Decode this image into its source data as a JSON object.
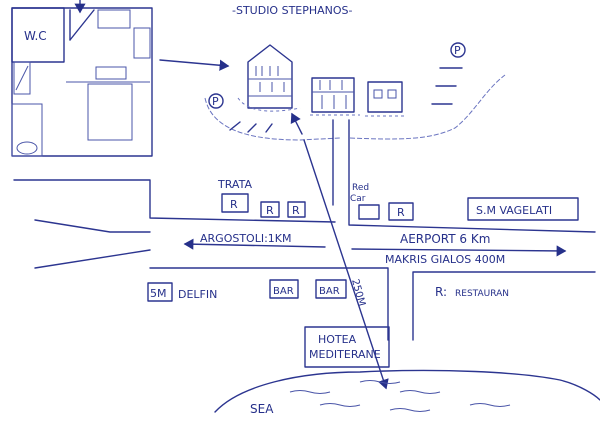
{
  "title": "-STUDIO STEPHANOS-",
  "floor_plan": {
    "wc_label": "W.C"
  },
  "parking": [
    "P",
    "P"
  ],
  "labels": {
    "trata": "TRATA",
    "restaurant_marker": "R",
    "red_car_line1": "Red",
    "red_car_line2": "Car",
    "sm_vagelati": "S.M VAGELATI",
    "argostoli": "ARGOSTOLI:1KM",
    "airport": "AERPORT  6 Km",
    "makris_gialos": "MAKRIS GIALOS 400M",
    "sm": "5M",
    "delfin": "DELFIN",
    "bar": "BAR",
    "distance": "250M",
    "legend_r": "R:",
    "legend_restaurant": "RESTAURAN",
    "hotel_line1": "HOTEA",
    "hotel_line2": "MEDITERANE",
    "sea": "SEA"
  },
  "colors": {
    "ink": "#2c3590"
  }
}
